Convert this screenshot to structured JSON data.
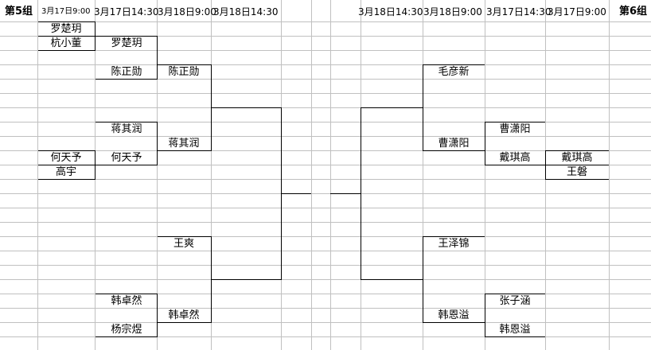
{
  "groups": {
    "left": "第5组",
    "right": "第6组"
  },
  "dates": {
    "l1": "3月17日9:00",
    "l2": "3月17日14:30",
    "l3": "3月18日9:00",
    "l4": "3月18日14:30",
    "r4": "3月18日14:30",
    "r3": "3月18日9:00",
    "r2": "3月17日14:30",
    "r1": "3月17日9:00"
  },
  "left": {
    "r1": {
      "a": "罗楚玥",
      "b": "杭小董",
      "c": "何天予",
      "d": "高宇"
    },
    "r2": {
      "a": "罗楚玥",
      "b": "陈正勋",
      "c": "蒋其润",
      "d": "何天予",
      "e": "韩卓然",
      "f": "杨宗煜"
    },
    "r3": {
      "a": "陈正勋",
      "b": "蒋其润",
      "c": "王爽",
      "d": "韩卓然"
    }
  },
  "right": {
    "r3": {
      "a": "毛彦新",
      "b": "曹潇阳",
      "c": "王泽锦",
      "d": "韩恩溢"
    },
    "r2": {
      "a": "曹潇阳",
      "b": "戴琪高",
      "c": "张子涵",
      "d": "韩恩溢"
    },
    "r1": {
      "a": "戴琪高",
      "b": "王磐"
    }
  }
}
